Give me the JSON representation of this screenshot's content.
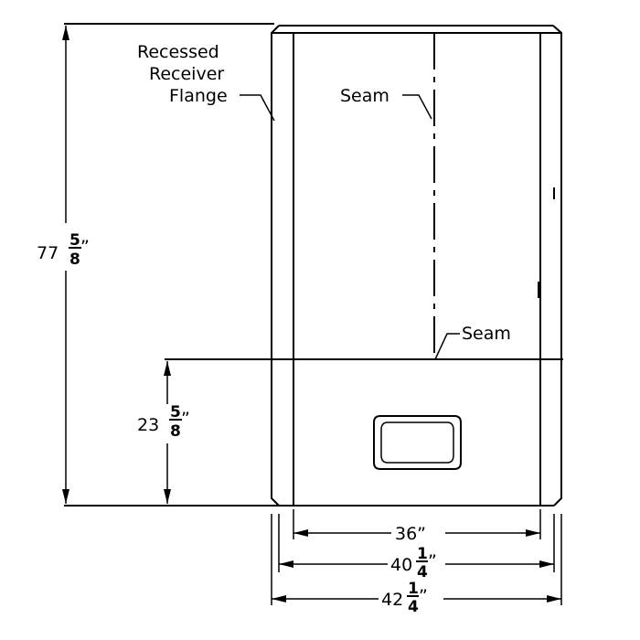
{
  "labels": {
    "flange_line1": "Recessed",
    "flange_line2": "Receiver",
    "flange_line3": "Flange",
    "seam_upper": "Seam",
    "seam_lower": "Seam"
  },
  "dimensions": {
    "overall_height": {
      "whole": "77",
      "num": "5",
      "den": "8",
      "unit": "”"
    },
    "lower_height": {
      "whole": "23",
      "num": "5",
      "den": "8",
      "unit": "”"
    },
    "inner_width": {
      "text": "36”"
    },
    "mid_width": {
      "whole": "40",
      "num": "1",
      "den": "4",
      "unit": "”"
    },
    "outer_width": {
      "whole": "42",
      "num": "1",
      "den": "4",
      "unit": "”"
    }
  }
}
